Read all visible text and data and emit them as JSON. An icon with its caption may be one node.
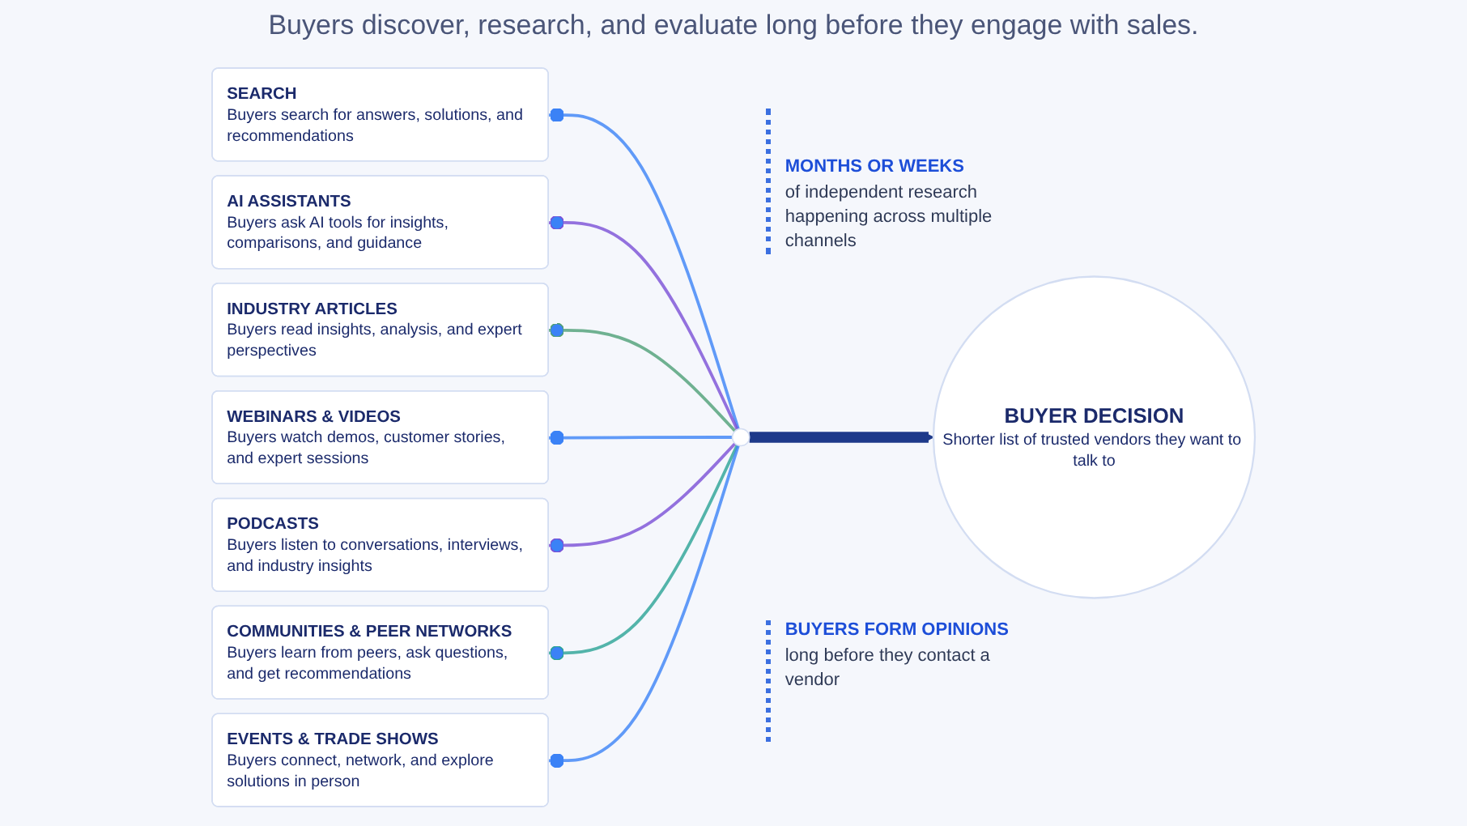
{
  "diagram": {
    "title": "Buyers discover, research, and evaluate long before they engage with sales.",
    "nodes": [
      {
        "text": [
          "SEARCH",
          "Buyers search for answers, solutions, and recommendations"
        ]
      },
      {
        "text": [
          "AI ASSISTANTS",
          "Buyers ask AI tools for insights, comparisons, and guidance"
        ]
      },
      {
        "text": [
          "INDUSTRY ARTICLES",
          "Buyers read insights, analysis, and expert perspectives"
        ]
      },
      {
        "text": [
          "WEBINARS & VIDEOS",
          "Buyers watch demos, customer stories, and expert sessions"
        ]
      },
      {
        "text": [
          "PODCASTS",
          "Buyers listen to conversations, interviews, and industry insights"
        ]
      },
      {
        "text": [
          "COMMUNITIES & PEER NETWORKS",
          "Buyers learn from peers, ask questions, and get recommendations"
        ]
      },
      {
        "text": [
          "EVENTS & TRADE SHOWS",
          "Buyers connect, network, and explore solutions in person"
        ]
      },
      {
        "text": [],
        "shape": "circle"
      },
      {
        "text": [
          "BUYER DECISION",
          "Shorter list of trusted vendors they want to talk to"
        ]
      }
    ],
    "edges": [
      {
        "from": 0,
        "to": 7,
        "arrow": "other"
      },
      {
        "from": 1,
        "to": 7,
        "arrow": "other",
        "color": "#7b4fd6"
      },
      {
        "from": 2,
        "to": 7,
        "arrow": "other",
        "color": "#4e9f75"
      },
      {
        "from": 3,
        "to": 7,
        "arrow": "other"
      },
      {
        "from": 4,
        "to": 7,
        "arrow": "other",
        "color": "#7b4fd6"
      },
      {
        "from": 5,
        "to": 7,
        "arrow": "other",
        "color": "#2aa395"
      },
      {
        "from": 6,
        "to": 7,
        "arrow": "other"
      },
      {
        "from": 7,
        "to": 8,
        "arrow": "to",
        "style": "thick",
        "color": "#1e3a8a"
      }
    ],
    "labels": [
      "MONTHS OR WEEKS",
      "of independent research happening across multiple channels",
      "BUYERS FORM OPINIONS",
      "long before they contact a vendor"
    ]
  }
}
